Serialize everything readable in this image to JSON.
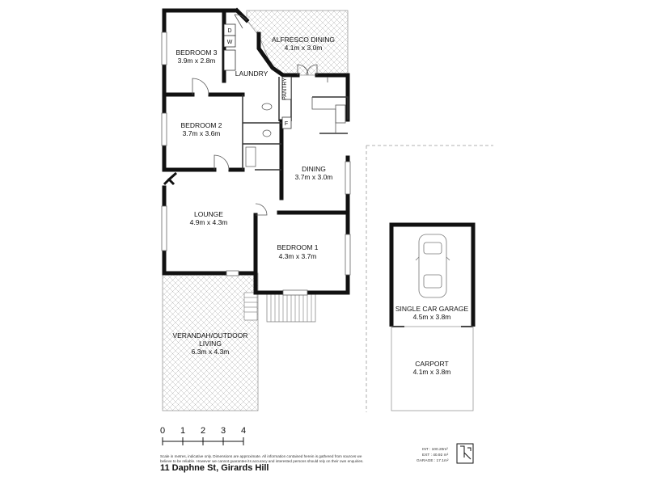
{
  "rooms": {
    "bedroom3": {
      "name": "BEDROOM 3",
      "size": "3.9m x 2.8m"
    },
    "alfresco": {
      "name": "ALFRESCO DINING",
      "size": "4.1m x 3.0m"
    },
    "laundry": {
      "name": "LAUNDRY"
    },
    "pantry": {
      "name": "PANTRY"
    },
    "bedroom2": {
      "name": "BEDROOM 2",
      "size": "3.7m x 3.6m"
    },
    "dining": {
      "name": "DINING",
      "size": "3.7m x 3.0m"
    },
    "lounge": {
      "name": "LOUNGE",
      "size": "4.9m x 4.3m"
    },
    "bedroom1": {
      "name": "BEDROOM 1",
      "size": "4.3m x 3.7m"
    },
    "verandah": {
      "name_line1": "VERANDAH/OUTDOOR",
      "name_line2": "LIVING",
      "size": "6.3m x 4.3m"
    },
    "garage": {
      "name": "SINGLE CAR GARAGE",
      "size": "4.5m x 3.8m"
    },
    "carport": {
      "name": "CARPORT",
      "size": "4.1m x 3.8m"
    }
  },
  "fixtures": {
    "dryer": "D",
    "washer": "W",
    "fridge": "F"
  },
  "scale": {
    "ticks": [
      "0",
      "1",
      "2",
      "3",
      "4"
    ]
  },
  "disclaimer": {
    "line1": "Scale in metres, indicative only. Dimensions are approximate. All information contained herein is gathered from sources we",
    "line2": "believe to be reliable. However we cannot guarantee its accuracy and interested persons should rely on their own enquiries."
  },
  "areas": {
    "int": "INT : 100.20m²",
    "ext": "EXT : 40.92 m²",
    "garage": "GARAGE : 17.1m²"
  },
  "address": "11 Daphne St, Girards Hill"
}
